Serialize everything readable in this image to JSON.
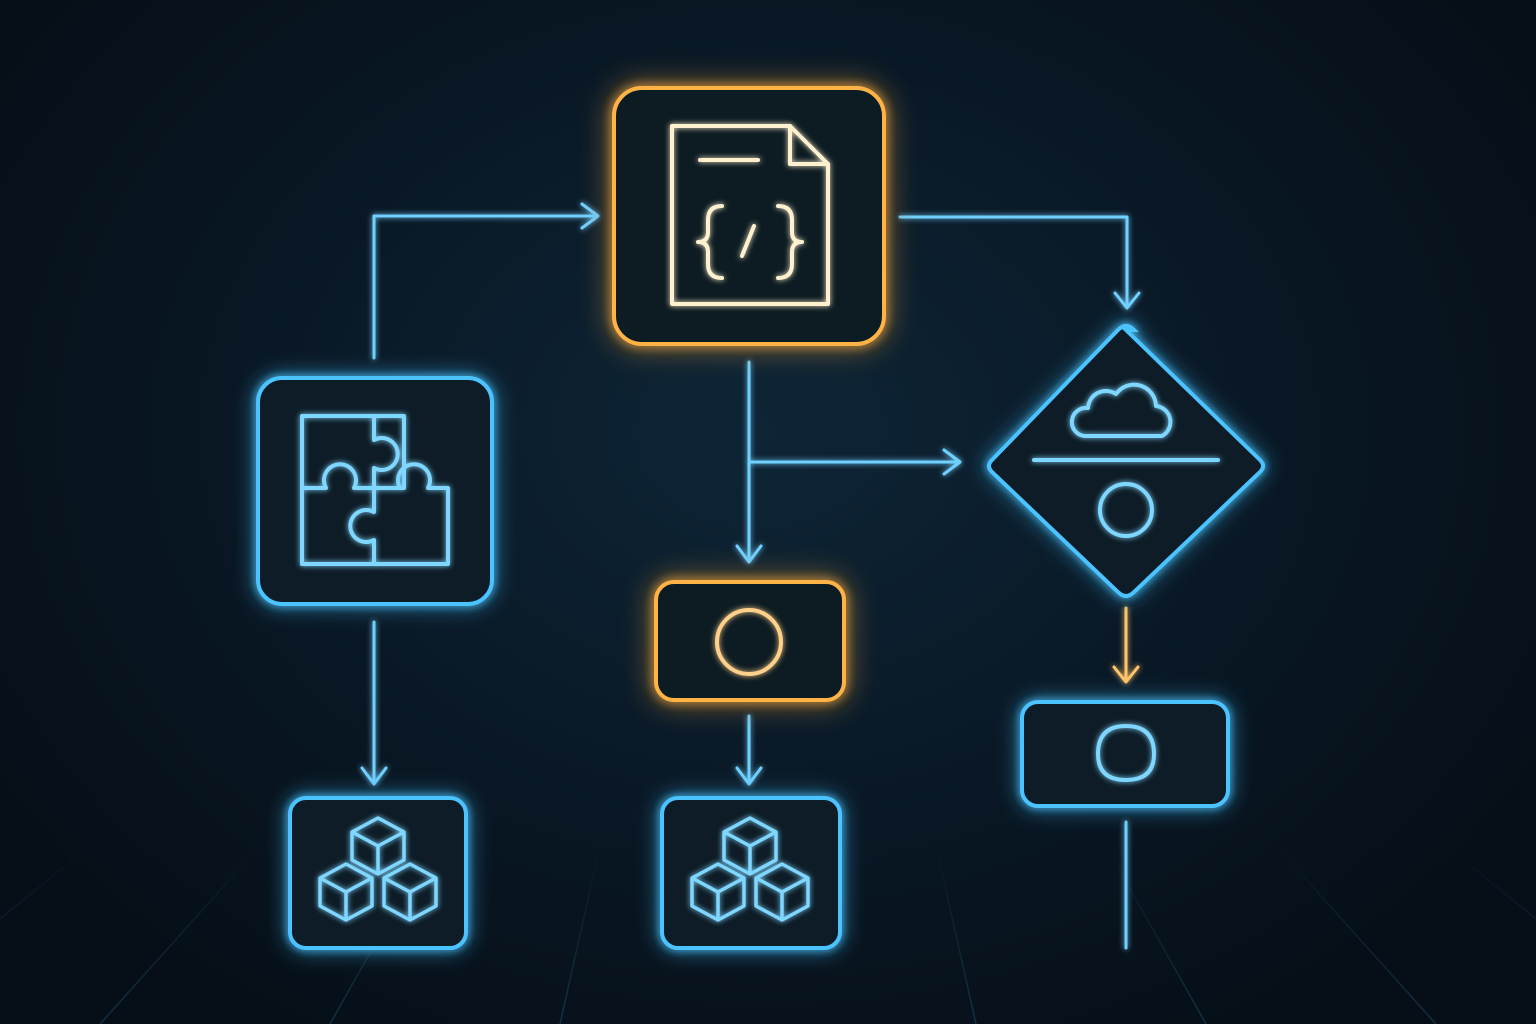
{
  "colors": {
    "background": "#07121c",
    "primary_glow": "#4cc3ff",
    "primary_stroke": "#7fd6ff",
    "accent_glow": "#ffb347",
    "accent_stroke": "#ffd08a",
    "accent_icon": "#fff0d0",
    "grid": "#2b6a8f"
  },
  "nodes": [
    {
      "id": "code-document",
      "shape": "rounded-rect",
      "icon": "code-file-icon",
      "highlight": "accent"
    },
    {
      "id": "plugin-module",
      "shape": "rounded-rect",
      "icon": "puzzle-icon",
      "highlight": "primary"
    },
    {
      "id": "cloud-decision",
      "shape": "diamond",
      "icon": "cloud-icon",
      "highlight": "primary"
    },
    {
      "id": "process-step",
      "shape": "rounded-rect",
      "icon": "circle-icon",
      "highlight": "accent"
    },
    {
      "id": "output-step",
      "shape": "rounded-rect",
      "icon": "circle-icon",
      "highlight": "primary"
    },
    {
      "id": "package-left",
      "shape": "rounded-rect",
      "icon": "cubes-icon",
      "highlight": "primary"
    },
    {
      "id": "package-center",
      "shape": "rounded-rect",
      "icon": "cubes-icon",
      "highlight": "primary"
    }
  ],
  "edges": [
    {
      "from": "plugin-module",
      "to": "code-document"
    },
    {
      "from": "code-document",
      "to": "cloud-decision"
    },
    {
      "from": "code-document",
      "to": "process-step"
    },
    {
      "from": "code-document",
      "to": "cloud-decision",
      "via": "branch"
    },
    {
      "from": "plugin-module",
      "to": "package-left"
    },
    {
      "from": "process-step",
      "to": "package-center"
    },
    {
      "from": "cloud-decision",
      "to": "output-step",
      "highlight": "accent"
    }
  ]
}
